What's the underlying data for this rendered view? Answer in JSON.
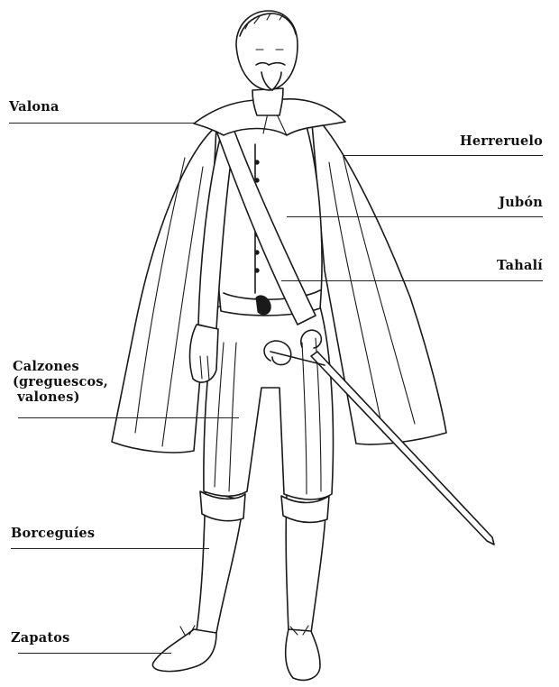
{
  "labels": {
    "valona": "Valona",
    "herreruelo": "Herreruelo",
    "jubon": "Jubón",
    "tahali": "Tahalí",
    "calzones": "Calzones\n(greguescos,\n valones)",
    "borceguies": "Borceguíes",
    "zapatos": "Zapatos"
  }
}
